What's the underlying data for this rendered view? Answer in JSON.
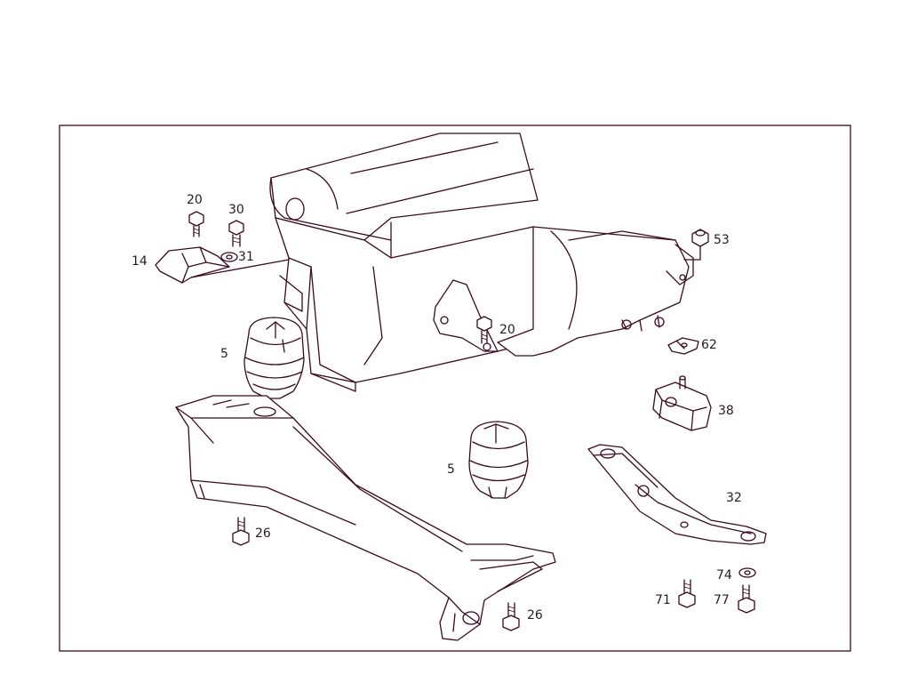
{
  "diagram": {
    "border_color": "#3b0a1e",
    "line_color": "#3b0a1e",
    "callouts": {
      "c20a": "20",
      "c30": "30",
      "c14": "14",
      "c31": "31",
      "c5a": "5",
      "c20b": "20",
      "c53": "53",
      "c62": "62",
      "c38": "38",
      "c5b": "5",
      "c32": "32",
      "c26a": "26",
      "c26b": "26",
      "c74": "74",
      "c71": "71",
      "c77": "77"
    }
  }
}
